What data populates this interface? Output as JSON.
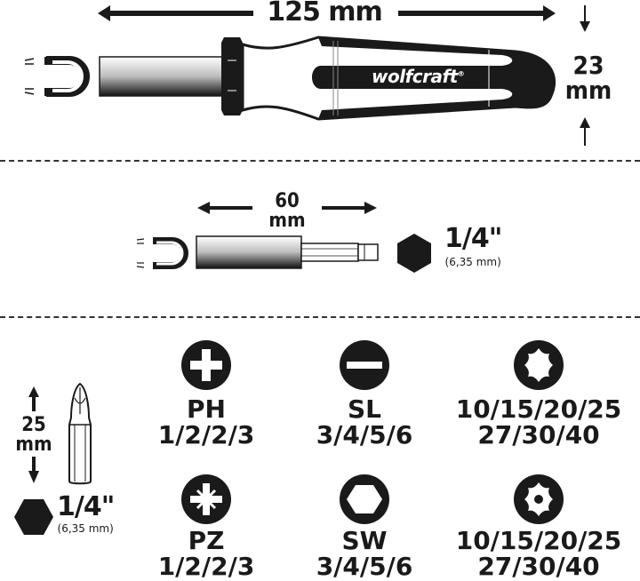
{
  "top": {
    "length_label": "125 mm",
    "diameter_value": "23",
    "diameter_unit": "mm",
    "brand": "wolfcraft",
    "registered_mark": "®"
  },
  "middle": {
    "length_value": "60",
    "length_unit": "mm",
    "hex_size": "1/4\"",
    "hex_size_metric": "(6,35 mm)"
  },
  "bottom": {
    "bit_length_value": "25",
    "bit_length_unit": "mm",
    "hex_size": "1/4\"",
    "hex_size_metric": "(6,35 mm)",
    "bits": [
      {
        "icon": "phillips-icon",
        "type": "PH",
        "sizes": "1/2/2/3"
      },
      {
        "icon": "slotted-icon",
        "type": "SL",
        "sizes": "3/4/5/6"
      },
      {
        "icon": "torx-icon",
        "type": "",
        "sizes": "10/15/20/25",
        "sizes2": "27/30/40"
      },
      {
        "icon": "pozidriv-icon",
        "type": "PZ",
        "sizes": "1/2/2/3"
      },
      {
        "icon": "hex-socket-icon",
        "type": "SW",
        "sizes": "3/4/5/6"
      },
      {
        "icon": "torx-tamper-icon",
        "type": "",
        "sizes": "10/15/20/25",
        "sizes2": "27/30/40"
      }
    ]
  },
  "colors": {
    "ink": "#1a1a1a",
    "background": "#ffffff"
  }
}
